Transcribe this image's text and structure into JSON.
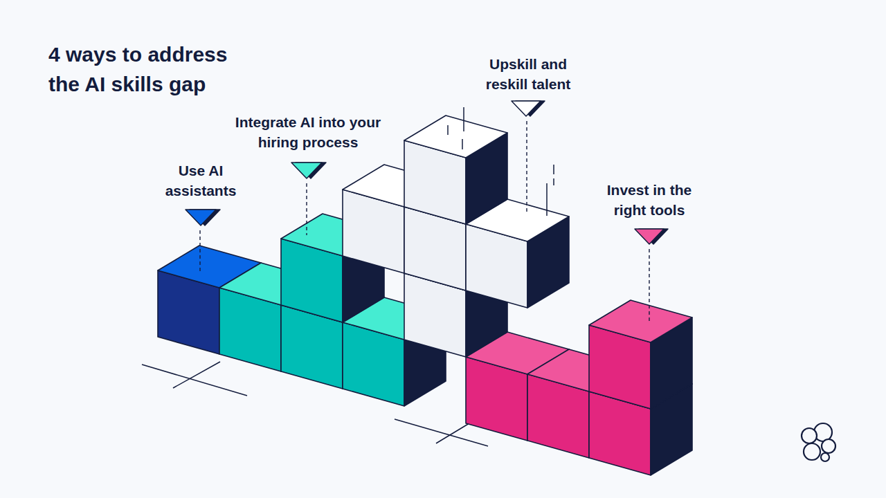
{
  "diagram": {
    "title": "4 ways to address the AI skills gap",
    "labels": [
      "Use AI assistants",
      "Integrate AI into your hiring process",
      "Upskill and reskill talent",
      "Invest in the right tools"
    ]
  }
}
